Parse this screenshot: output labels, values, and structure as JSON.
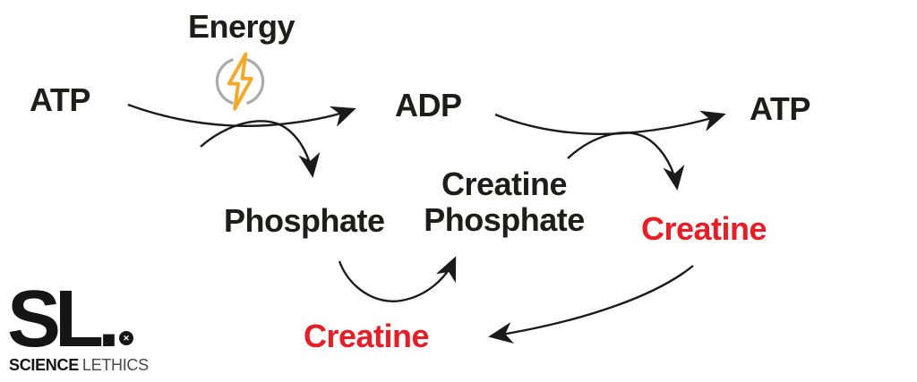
{
  "diagram": {
    "labels": {
      "energy": "Energy",
      "atp_left": "ATP",
      "adp": "ADP",
      "atp_right": "ATP",
      "phosphate": "Phosphate",
      "creatine_phosphate": {
        "line1": "Creatine",
        "line2": "Phosphate"
      },
      "creatine_right": "Creatine",
      "creatine_bottom": "Creatine"
    },
    "icons": {
      "energy_bolt": "lightning-bolt-in-circle"
    },
    "colors": {
      "label_text": "#1d1d1b",
      "creatine_red": "#ED1C24",
      "bolt_yellow": "#F7A823",
      "bolt_ring_gray": "#ABABAB",
      "arrow": "#1a1a1a",
      "background": "#FFFFFF"
    },
    "arrows": [
      {
        "name": "atp-to-adp",
        "from": "ATP",
        "to": "ADP"
      },
      {
        "name": "phosphate-release",
        "from": "ATP reaction",
        "to": "Phosphate"
      },
      {
        "name": "adp-to-atp",
        "from": "ADP",
        "to": "ATP"
      },
      {
        "name": "creatine-release",
        "from": "ADP reaction",
        "to": "Creatine"
      },
      {
        "name": "phosphate-to-creatine-phosphate",
        "from": "Phosphate",
        "to": "Creatine Phosphate"
      },
      {
        "name": "creatine-recycle",
        "from": "Creatine (right)",
        "to": "Creatine (bottom)"
      }
    ]
  },
  "logo": {
    "wordmark": "SL.",
    "mark_glyph": "✕",
    "tagline_bold": "SCIENCE",
    "tagline_light": "LETHICS"
  }
}
